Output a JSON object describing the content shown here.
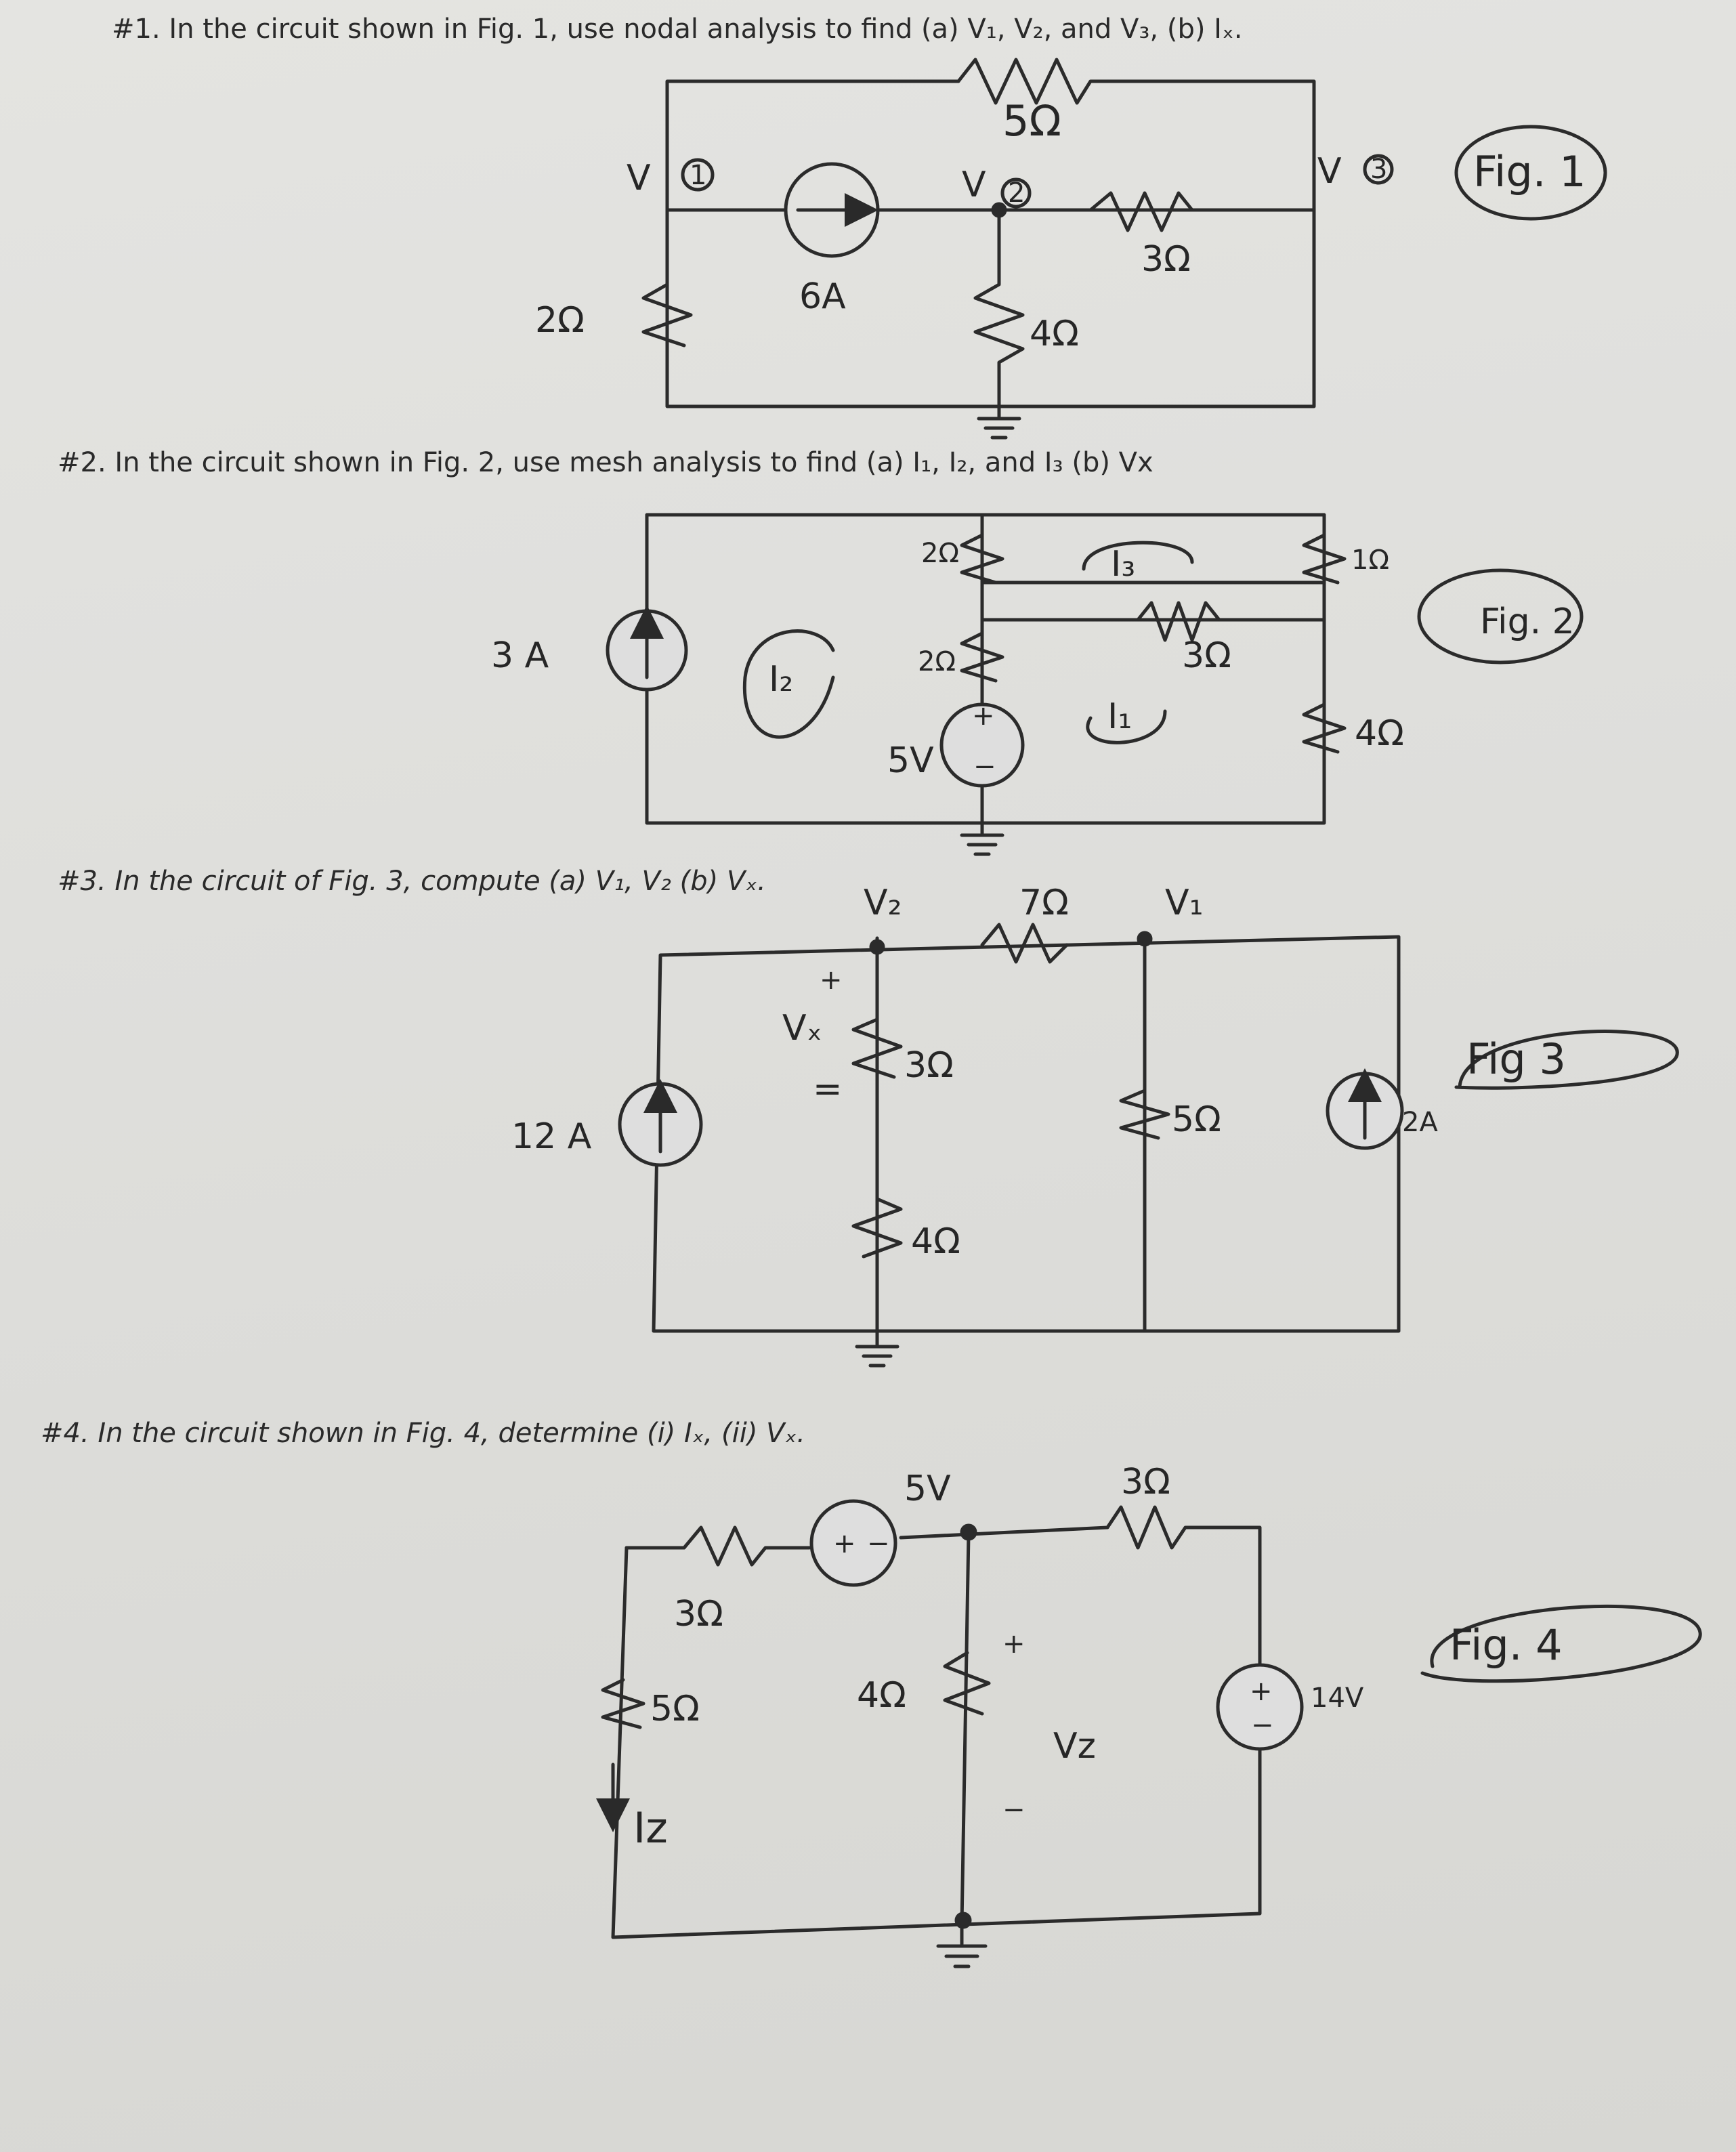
{
  "questions": {
    "q1": "#1. In the circuit shown in Fig. 1, use nodal analysis to find (a) V₁, V₂, and V₃, (b) Iₓ.",
    "q2": "#2. In the circuit shown in Fig. 2, use mesh analysis to find (a) I₁, I₂, and I₃ (b) Vx",
    "q3": "#3. In the circuit of Fig. 3, compute (a) V₁, V₂ (b) Vₓ.",
    "q4": "#4. In the circuit shown in Fig. 4, determine (i) Iₓ, (ii) Vₓ."
  },
  "fig1": {
    "tag": "Fig. 1",
    "r_top": "5Ω",
    "r_left": "2Ω",
    "r_mid_vertical": "4Ω",
    "r_diag": "3Ω",
    "source_current": "6A",
    "node1_letter": "V",
    "node1_number": "1",
    "node2_letter": "V",
    "node2_number": "2",
    "node3_letter": "V",
    "node3_number": "3"
  },
  "fig2": {
    "tag": "Fig. 2",
    "source_current": "3 A",
    "r_top_vertical": "2Ω",
    "r_mid_vertical": "2Ω",
    "r_right_top": "1Ω",
    "r_mid_horizontal": "3Ω",
    "r_right_bottom": "4Ω",
    "source_voltage": "5V",
    "plus": "+",
    "minus": "−",
    "mesh_i1": "I₁",
    "mesh_i2": "I₂",
    "mesh_i3": "I₃"
  },
  "fig3": {
    "tag": "Fig 3",
    "source_left": "12 A",
    "source_right": "2A",
    "r_top": "7Ω",
    "r_mid_upper": "3Ω",
    "r_mid_lower": "4Ω",
    "r_right": "5Ω",
    "node_v2": "V₂",
    "node_v1": "V₁",
    "vx_label": "Vₓ",
    "plus": "+",
    "minus": "="
  },
  "fig4": {
    "tag": "Fig. 4",
    "source_top": "5V",
    "source_right": "14V",
    "r_top_left": "3Ω",
    "r_top_right": "3Ω",
    "r_left": "5Ω",
    "r_mid": "4Ω",
    "current_label": "Iz",
    "voltage_label": "Vz",
    "plus": "+",
    "minus": "−"
  }
}
